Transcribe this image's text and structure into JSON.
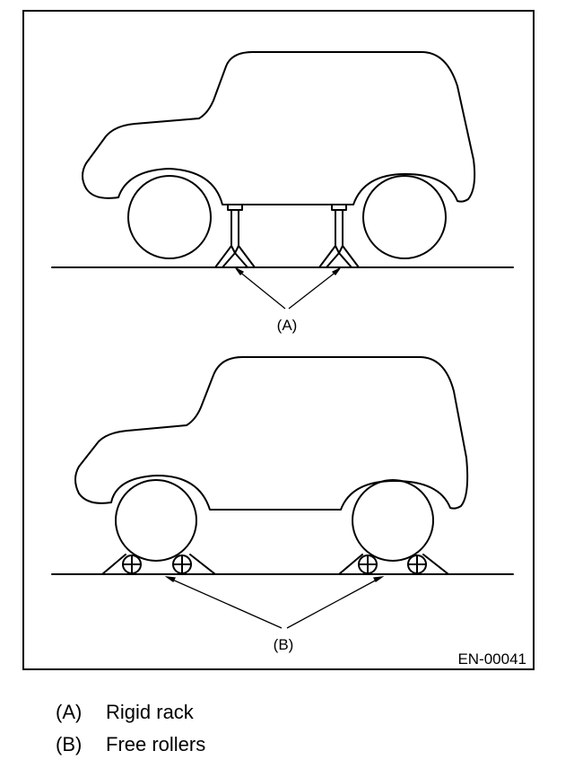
{
  "figure": {
    "callout_a": "(A)",
    "callout_b": "(B)",
    "figure_code": "EN-00041"
  },
  "legend": [
    {
      "key": "(A)",
      "label": "Rigid rack"
    },
    {
      "key": "(B)",
      "label": "Free rollers"
    }
  ]
}
